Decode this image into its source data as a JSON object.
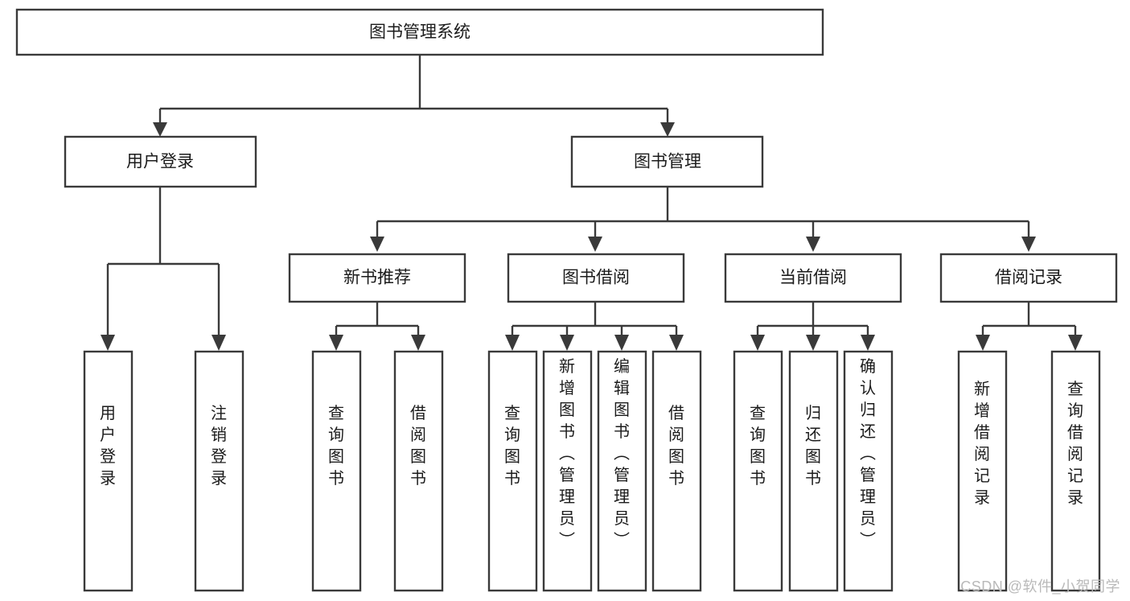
{
  "diagram": {
    "type": "tree-hierarchy",
    "title": "图书管理系统",
    "watermark": "CSDN @软件_小贺同学",
    "colors": {
      "stroke": "#3a3a3a",
      "fill": "#ffffff",
      "text": "#1b1b1b",
      "watermark": "#b9b9b9"
    },
    "root": {
      "id": "root",
      "label": "图书管理系统",
      "level": 1,
      "orientation": "horizontal"
    },
    "level2": [
      {
        "id": "user-login",
        "label": "用户登录",
        "level": 2,
        "orientation": "horizontal"
      },
      {
        "id": "book-management",
        "label": "图书管理",
        "level": 2,
        "orientation": "horizontal"
      }
    ],
    "level3": [
      {
        "id": "new-book-recommend",
        "label": "新书推荐",
        "level": 3,
        "orientation": "horizontal",
        "parent": "book-management"
      },
      {
        "id": "book-borrow",
        "label": "图书借阅",
        "level": 3,
        "orientation": "horizontal",
        "parent": "book-management"
      },
      {
        "id": "current-borrow",
        "label": "当前借阅",
        "level": 3,
        "orientation": "horizontal",
        "parent": "book-management"
      },
      {
        "id": "borrow-record",
        "label": "借阅记录",
        "level": 3,
        "orientation": "horizontal",
        "parent": "book-management"
      }
    ],
    "leaves": [
      {
        "id": "leaf-user-login",
        "label": "用户登录",
        "parent": "user-login",
        "orientation": "vertical"
      },
      {
        "id": "leaf-user-logout",
        "label": "注销登录",
        "parent": "user-login",
        "orientation": "vertical"
      },
      {
        "id": "leaf-query-book-1",
        "label": "查询图书",
        "parent": "new-book-recommend",
        "orientation": "vertical"
      },
      {
        "id": "leaf-borrow-book-1",
        "label": "借阅图书",
        "parent": "new-book-recommend",
        "orientation": "vertical"
      },
      {
        "id": "leaf-query-book-2",
        "label": "查询图书",
        "parent": "book-borrow",
        "orientation": "vertical"
      },
      {
        "id": "leaf-add-book",
        "label": "新增图书（管理员）",
        "parent": "book-borrow",
        "orientation": "vertical"
      },
      {
        "id": "leaf-edit-book",
        "label": "编辑图书（管理员）",
        "parent": "book-borrow",
        "orientation": "vertical"
      },
      {
        "id": "leaf-borrow-book-2",
        "label": "借阅图书",
        "parent": "book-borrow",
        "orientation": "vertical"
      },
      {
        "id": "leaf-query-book-3",
        "label": "查询图书",
        "parent": "current-borrow",
        "orientation": "vertical"
      },
      {
        "id": "leaf-return-book",
        "label": "归还图书",
        "parent": "current-borrow",
        "orientation": "vertical"
      },
      {
        "id": "leaf-confirm-return",
        "label": "确认归还（管理员）",
        "parent": "current-borrow",
        "orientation": "vertical"
      },
      {
        "id": "leaf-add-record",
        "label": "新增借阅记录",
        "parent": "borrow-record",
        "orientation": "vertical"
      },
      {
        "id": "leaf-query-record",
        "label": "查询借阅记录",
        "parent": "borrow-record",
        "orientation": "vertical"
      }
    ]
  }
}
